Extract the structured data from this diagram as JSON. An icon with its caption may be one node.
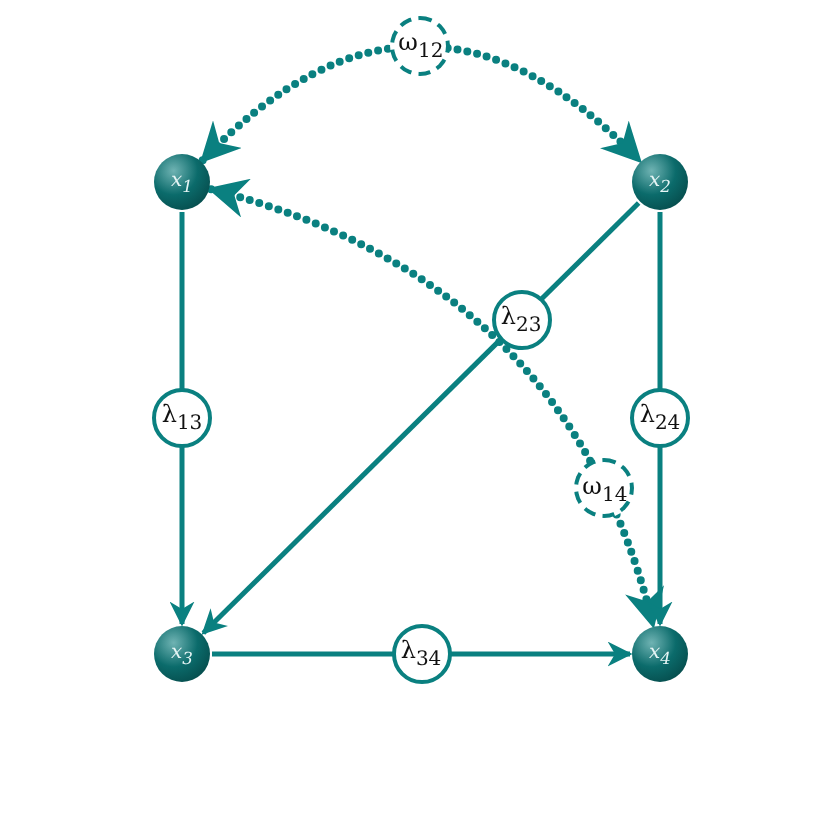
{
  "diagram": {
    "nodes": [
      {
        "text": [
          "x$_{1}$"
        ]
      },
      {
        "text": [
          "x$_{2}$"
        ]
      },
      {
        "text": [
          "x$_{3}$"
        ]
      },
      {
        "text": [
          "x$_{4}$"
        ]
      }
    ],
    "edges": [
      {
        "from": 0,
        "to": 1,
        "arrow": "both",
        "label": "ω$_{12}$",
        "style": "dashed"
      },
      {
        "from": 0,
        "to": 3,
        "arrow": "both",
        "label": "ω$_{14}$",
        "style": "dashed"
      },
      {
        "from": 1,
        "to": 2,
        "arrow": "to",
        "label": "λ$_{23}$"
      },
      {
        "from": 0,
        "to": 2,
        "arrow": "to",
        "label": "λ$_{13}$"
      },
      {
        "from": 1,
        "to": 3,
        "arrow": "to",
        "label": "λ$_{24}$"
      },
      {
        "from": 2,
        "to": 3,
        "arrow": "to",
        "label": "λ$_{34}$"
      }
    ]
  }
}
